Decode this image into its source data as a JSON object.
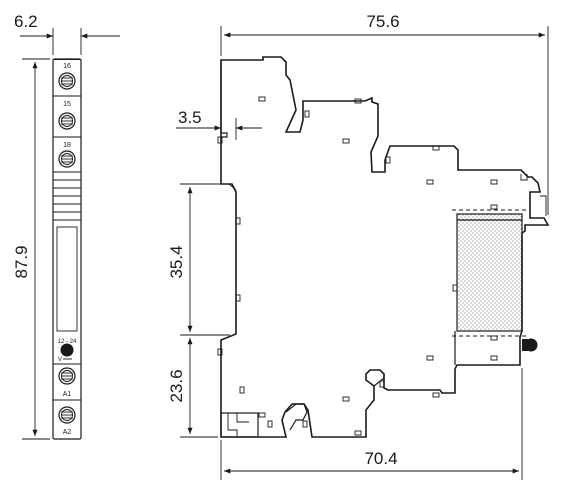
{
  "dimensions": {
    "module_width": "6.2",
    "overall_height": "87.9",
    "overall_depth": "75.6",
    "step_offset": "3.5",
    "upper_height": "35.4",
    "lower_height": "23.6",
    "base_depth": "70.4"
  },
  "front_view": {
    "terminals_top": [
      "16",
      "15",
      "18"
    ],
    "led_label": "12 - 24",
    "voltage_symbol": "V",
    "terminals_bottom": [
      "A1",
      "A2"
    ]
  },
  "colors": {
    "line": "#1a1a1a",
    "hatch": "#9a9a9a"
  }
}
